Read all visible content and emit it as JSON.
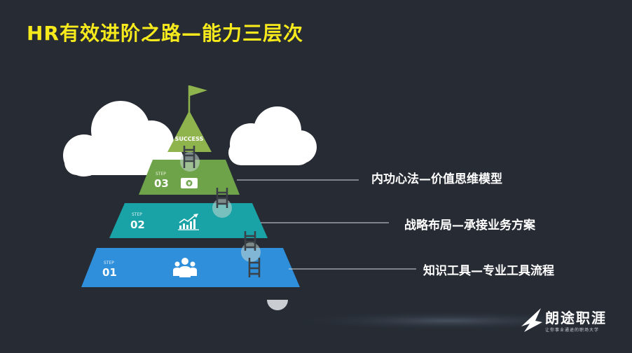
{
  "title": "HR有效进阶之路—能力三层次",
  "pyramid": {
    "top_badge": "SUCCESS",
    "levels": [
      {
        "step_word": "STEP",
        "step_num": "03",
        "label": "内功心法—价值思维模型",
        "icon": "money-icon",
        "color": "#6fa34a"
      },
      {
        "step_word": "STEP",
        "step_num": "02",
        "label": "战略布局—承接业务方案",
        "icon": "growth-chart-icon",
        "color": "#1aa3a6"
      },
      {
        "step_word": "STEP",
        "step_num": "01",
        "label": "知识工具—专业工具流程",
        "icon": "people-group-icon",
        "color": "#2f8fdb"
      }
    ],
    "top_color": "#8fb44e"
  },
  "logo": {
    "name": "朗途职涯",
    "slogan": "让你事业通途的职场大学"
  },
  "colors": {
    "background": "#262b34",
    "title": "#f7ea1c",
    "text": "#ffffff"
  }
}
